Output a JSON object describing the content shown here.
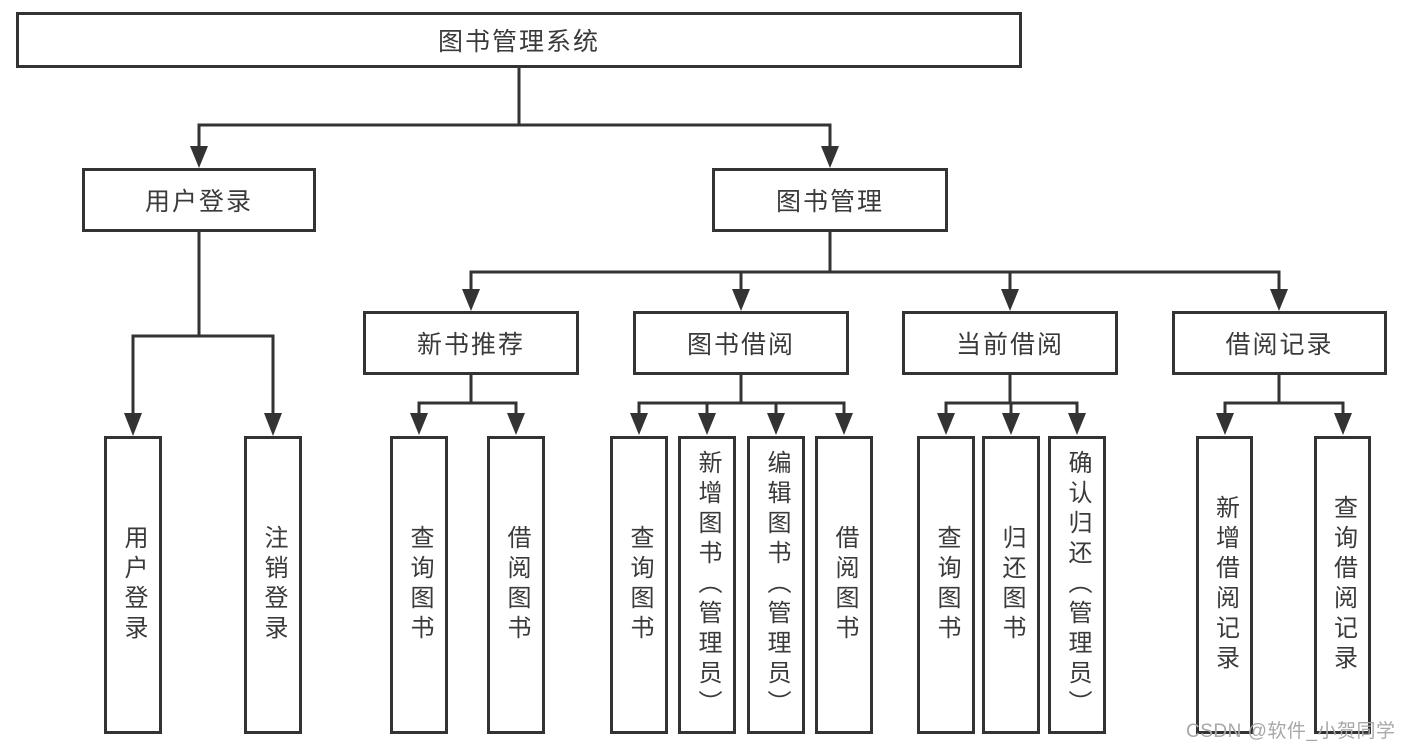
{
  "tree": {
    "label": "图书管理系统",
    "children": [
      {
        "label": "用户登录",
        "children": [
          {
            "label": "用户登录"
          },
          {
            "label": "注销登录"
          }
        ]
      },
      {
        "label": "图书管理",
        "children": [
          {
            "label": "新书推荐",
            "children": [
              {
                "label": "查询图书"
              },
              {
                "label": "借阅图书"
              }
            ]
          },
          {
            "label": "图书借阅",
            "children": [
              {
                "label": "查询图书"
              },
              {
                "label": "新增图书（管理员）"
              },
              {
                "label": "编辑图书（管理员）"
              },
              {
                "label": "借阅图书"
              }
            ]
          },
          {
            "label": "当前借阅",
            "children": [
              {
                "label": "查询图书"
              },
              {
                "label": "归还图书"
              },
              {
                "label": "确认归还（管理员）"
              }
            ]
          },
          {
            "label": "借阅记录",
            "children": [
              {
                "label": "新增借阅记录"
              },
              {
                "label": "查询借阅记录"
              }
            ]
          }
        ]
      }
    ]
  },
  "watermark": "CSDN @软件_小贺同学",
  "colors": {
    "line": "#333333",
    "text": "#3a3a3a",
    "background": "#ffffff",
    "watermark": "#a8a8a8"
  }
}
